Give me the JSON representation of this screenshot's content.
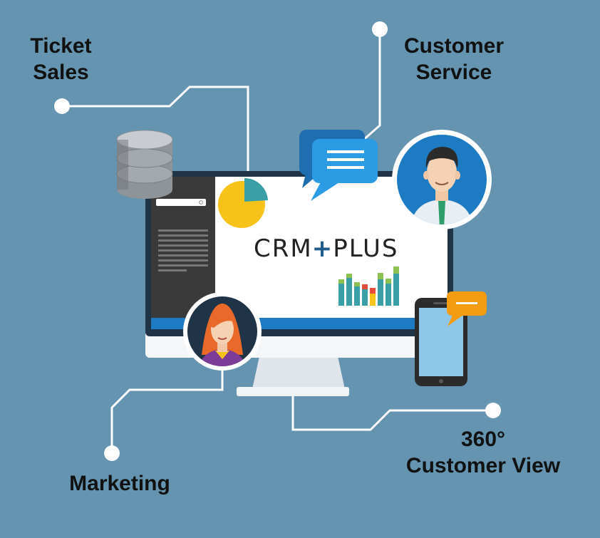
{
  "labels": {
    "ticket_sales_line1": "Ticket",
    "ticket_sales_line2": "Sales",
    "customer_service_line1": "Customer",
    "customer_service_line2": "Service",
    "marketing": "Marketing",
    "view_line1": "360°",
    "view_line2": "Customer View"
  },
  "logo": {
    "part1": "CRM",
    "plus": "+",
    "part2": "PLUS"
  },
  "colors": {
    "background": "#6494b0",
    "monitor_frame": "#1f3447",
    "screen_accent": "#1d7bc4",
    "pie_main": "#f7c21a",
    "pie_slice": "#3a9fa6",
    "bar_teal": "#3a9fa6",
    "bar_green": "#8cc152",
    "bar_yellow": "#f7c21a",
    "bar_red": "#e74c3c",
    "chat_blue": "#2b9be3",
    "chat_orange": "#f39c12",
    "connector": "#ffffff"
  },
  "icons": [
    "database-icon",
    "pie-chart-icon",
    "bar-chart-icon",
    "chat-bubble-icon",
    "male-agent-avatar",
    "female-marketer-avatar",
    "smartphone-icon",
    "search-icon"
  ]
}
